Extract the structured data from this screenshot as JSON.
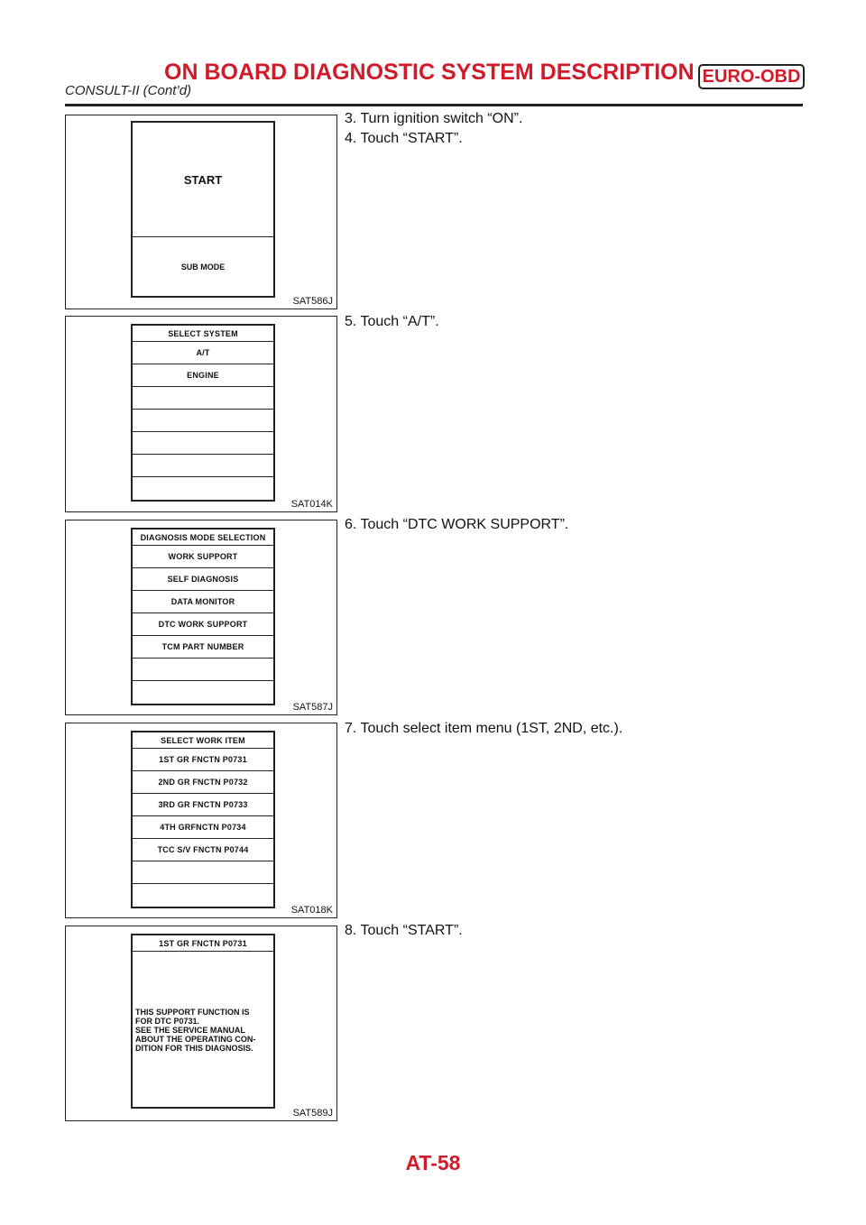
{
  "header": {
    "title": "ON BOARD DIAGNOSTIC SYSTEM DESCRIPTION",
    "badge": "EURO-OBD",
    "subtitle": "CONSULT-II (Cont’d)"
  },
  "figures": [
    {
      "code": "SAT586J",
      "screen": {
        "title": "START",
        "submode": "SUB MODE"
      },
      "steps": [
        "3. Turn ignition switch “ON”.",
        "4. Touch “START”."
      ]
    },
    {
      "code": "SAT014K",
      "screen": {
        "header": "SELECT SYSTEM",
        "items": [
          "A/T",
          "ENGINE",
          "",
          "",
          "",
          "",
          ""
        ]
      },
      "steps": [
        "5. Touch “A/T”."
      ]
    },
    {
      "code": "SAT587J",
      "screen": {
        "header": "DIAGNOSIS MODE SELECTION",
        "items": [
          "WORK SUPPORT",
          "SELF DIAGNOSIS",
          "DATA MONITOR",
          "DTC WORK SUPPORT",
          "TCM PART NUMBER",
          "",
          ""
        ]
      },
      "steps": [
        "6. Touch “DTC WORK SUPPORT”."
      ]
    },
    {
      "code": "SAT018K",
      "screen": {
        "header": "SELECT WORK ITEM",
        "items": [
          "1ST GR FNCTN P0731",
          "2ND GR FNCTN P0732",
          "3RD GR FNCTN P0733",
          "4TH GRFNCTN P0734",
          "TCC S/V FNCTN P0744",
          "",
          ""
        ]
      },
      "steps": [
        "7. Touch select item menu (1ST, 2ND, etc.)."
      ]
    },
    {
      "code": "SAT589J",
      "screen": {
        "header": "1ST GR FNCTN P0731",
        "body": [
          "THIS SUPPORT FUNCTION IS",
          "FOR DTC P0731.",
          "SEE THE SERVICE MANUAL",
          "ABOUT THE OPERATING CON-",
          "DITION FOR THIS DIAGNOSIS."
        ]
      },
      "steps": [
        "8. Touch “START”."
      ]
    }
  ],
  "footer": {
    "page_number": "AT-58"
  }
}
